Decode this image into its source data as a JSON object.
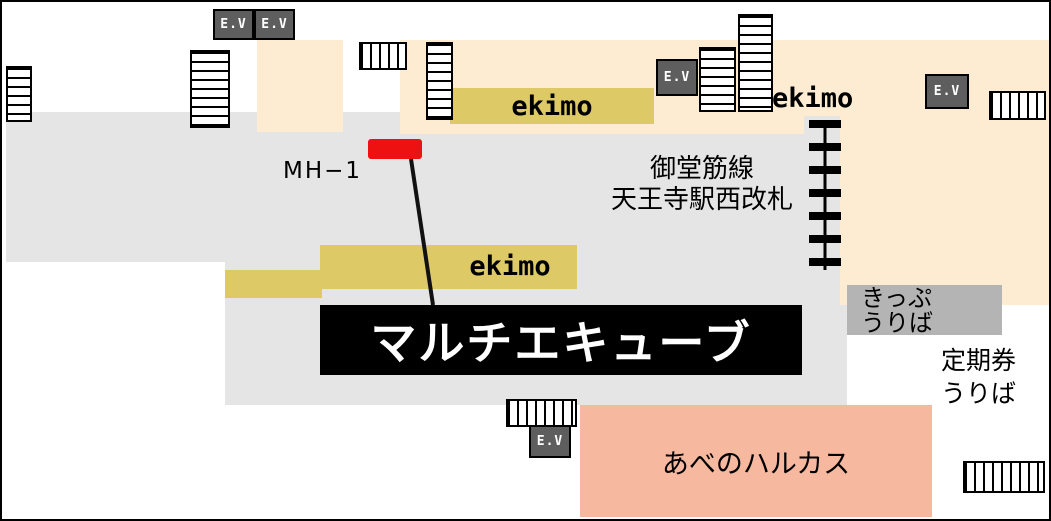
{
  "station_map": {
    "colors": {
      "concourse_gray": "#e5e5e5",
      "cream": "#fdecd1",
      "ekimo_yellow": "#ddca66",
      "harukas_salmon": "#f6b9a0",
      "ticket_gray": "#b4b4b4",
      "marker_red": "#ee1111",
      "banner_bg": "#000000",
      "banner_text": "#ffffff",
      "elevator_bg": "#5e5e5e",
      "line_color": "#111111"
    },
    "icons": {
      "stairs": "hatched-rectangle",
      "ticket_gate": "vertical-row-of-gate-bars"
    },
    "marker": {
      "label": "MH−1"
    },
    "banner": {
      "label": "マルチエキューブ"
    },
    "gate_sign": {
      "line1": "御堂筋線",
      "line2": "天王寺駅西改札"
    },
    "ekimo": {
      "label": "ekimo"
    },
    "ticket_office": {
      "line1": "きっぷ",
      "line2": "うりば"
    },
    "commuter_pass": {
      "line1": "定期券",
      "line2": "うりば"
    },
    "harukas": {
      "label": "あべのハルカス"
    },
    "elevator": {
      "label": "E.V"
    }
  }
}
